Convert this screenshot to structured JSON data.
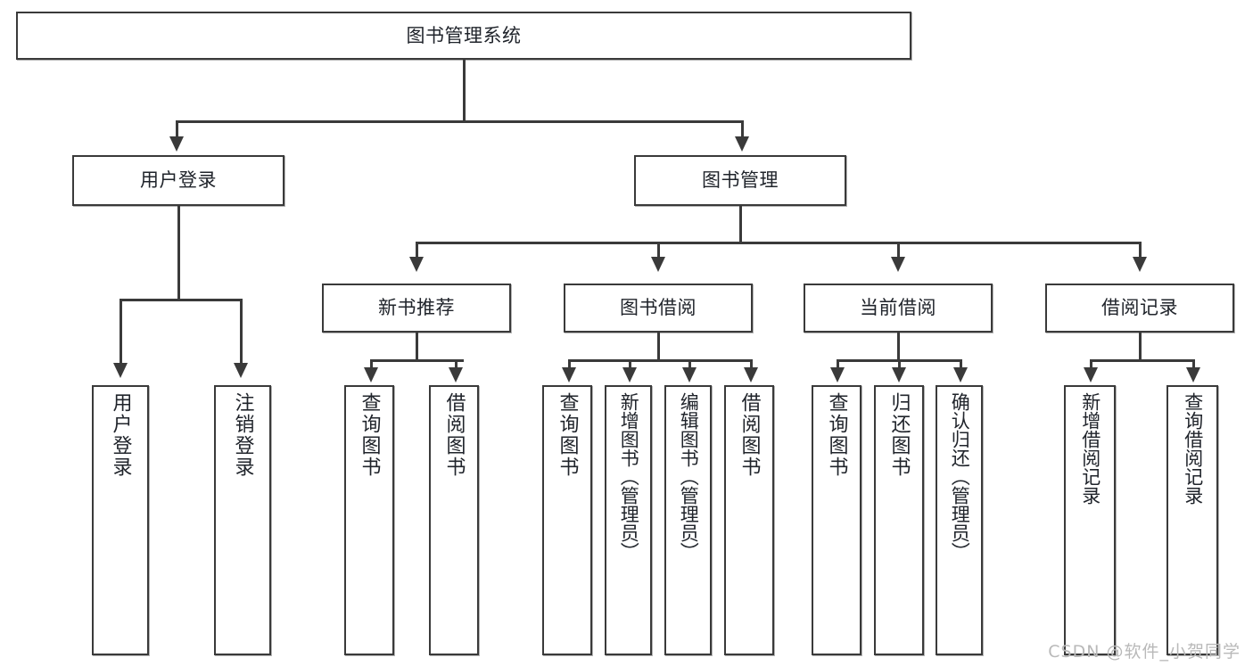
{
  "diagram": {
    "title": "图书管理系统",
    "type": "tree",
    "watermark": "CSDN @软件_小贺同学",
    "colors": {
      "background": "#ffffff",
      "box_border": "#3a3a3a",
      "box_fill": "#ffffff",
      "connector": "#3a3a3a",
      "text": "#20242b",
      "watermark": "#b9b9b9"
    },
    "levels": {
      "root": "图书管理系统",
      "level2": [
        "用户登录",
        "图书管理"
      ],
      "level3": [
        "新书推荐",
        "图书借阅",
        "当前借阅",
        "借阅记录"
      ]
    },
    "nodes": {
      "root": {
        "label": "图书管理系统"
      },
      "user_login": {
        "label": "用户登录"
      },
      "book_manage": {
        "label": "图书管理"
      },
      "new_book_rec": {
        "label": "新书推荐"
      },
      "book_borrow": {
        "label": "图书借阅"
      },
      "current_borrow": {
        "label": "当前借阅"
      },
      "borrow_record": {
        "label": "借阅记录"
      },
      "leaf_user_login": {
        "label": "用户登录"
      },
      "leaf_logout": {
        "label": "注销登录"
      },
      "leaf_query_book_1": {
        "label": "查询图书"
      },
      "leaf_borrow_book_1": {
        "label": "借阅图书"
      },
      "leaf_query_book_2": {
        "label": "查询图书"
      },
      "leaf_add_book": {
        "label": "新增图书（管理员）"
      },
      "leaf_edit_book": {
        "label": "编辑图书（管理员）"
      },
      "leaf_borrow_book_2": {
        "label": "借阅图书"
      },
      "leaf_query_book_3": {
        "label": "查询图书"
      },
      "leaf_return_book": {
        "label": "归还图书"
      },
      "leaf_confirm_return": {
        "label": "确认归还（管理员）"
      },
      "leaf_add_record": {
        "label": "新增借阅记录"
      },
      "leaf_query_record": {
        "label": "查询借阅记录"
      }
    },
    "edges": [
      {
        "from": "图书管理系统",
        "to": "用户登录"
      },
      {
        "from": "图书管理系统",
        "to": "图书管理"
      },
      {
        "from": "用户登录",
        "to": "用户登录"
      },
      {
        "from": "用户登录",
        "to": "注销登录"
      },
      {
        "from": "图书管理",
        "to": "新书推荐"
      },
      {
        "from": "图书管理",
        "to": "图书借阅"
      },
      {
        "from": "图书管理",
        "to": "当前借阅"
      },
      {
        "from": "图书管理",
        "to": "借阅记录"
      },
      {
        "from": "新书推荐",
        "to": "查询图书"
      },
      {
        "from": "新书推荐",
        "to": "借阅图书"
      },
      {
        "from": "图书借阅",
        "to": "查询图书"
      },
      {
        "from": "图书借阅",
        "to": "新增图书（管理员）"
      },
      {
        "from": "图书借阅",
        "to": "编辑图书（管理员）"
      },
      {
        "from": "图书借阅",
        "to": "借阅图书"
      },
      {
        "from": "当前借阅",
        "to": "查询图书"
      },
      {
        "from": "当前借阅",
        "to": "归还图书"
      },
      {
        "from": "当前借阅",
        "to": "确认归还（管理员）"
      },
      {
        "from": "借阅记录",
        "to": "新增借阅记录"
      },
      {
        "from": "借阅记录",
        "to": "查询借阅记录"
      }
    ]
  }
}
